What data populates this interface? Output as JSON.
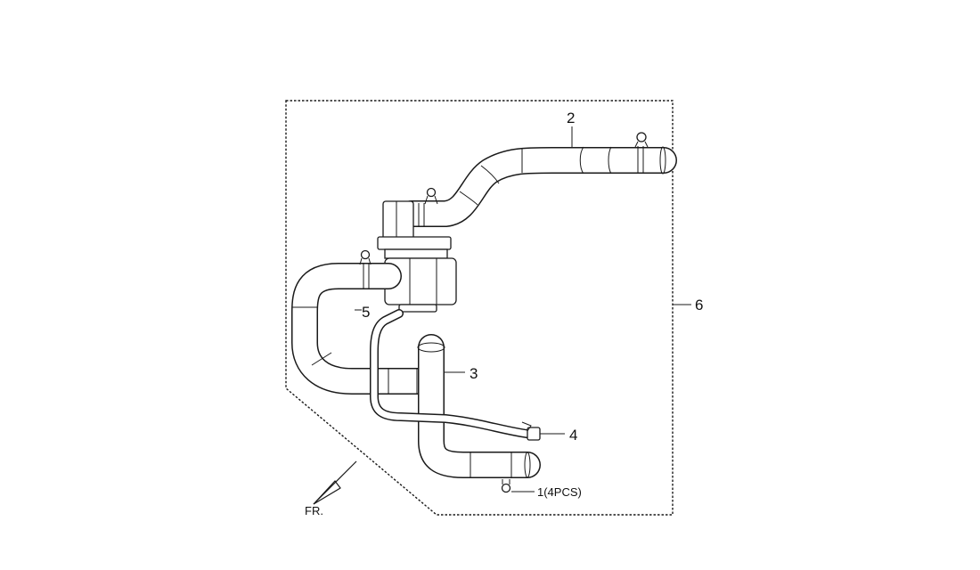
{
  "callouts": {
    "clip": "1(4PCS)",
    "upper_hose": "2",
    "lower_hose": "3",
    "small_tube": "4",
    "valve": "5",
    "kit": "6"
  },
  "orientation": {
    "front_label": "FR."
  },
  "colors": {
    "line": "#1a1a1a",
    "background": "#ffffff"
  }
}
